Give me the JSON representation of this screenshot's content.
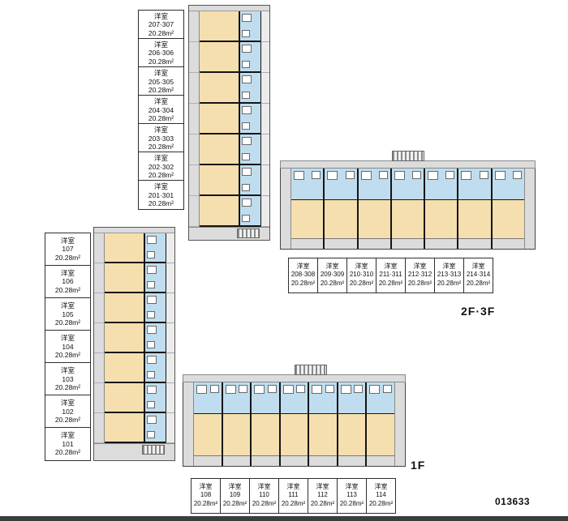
{
  "page": {
    "floor_section_label": "2F·3F",
    "first_floor_label": "1F",
    "plan_number": "013633"
  },
  "labels": {
    "left23f": [
      {
        "type": "洋室",
        "num": "207·307",
        "area": "20.28m²"
      },
      {
        "type": "洋室",
        "num": "206·306",
        "area": "20.28m²"
      },
      {
        "type": "洋室",
        "num": "205·305",
        "area": "20.28m²"
      },
      {
        "type": "洋室",
        "num": "204·304",
        "area": "20.28m²"
      },
      {
        "type": "洋室",
        "num": "203·303",
        "area": "20.28m²"
      },
      {
        "type": "洋室",
        "num": "202·302",
        "area": "20.28m²"
      },
      {
        "type": "洋室",
        "num": "201·301",
        "area": "20.28m²"
      }
    ],
    "bottom23f": [
      {
        "type": "洋室",
        "num": "208·308",
        "area": "20.28m²"
      },
      {
        "type": "洋室",
        "num": "209·309",
        "area": "20.28m²"
      },
      {
        "type": "洋室",
        "num": "210·310",
        "area": "20.28m²"
      },
      {
        "type": "洋室",
        "num": "211·311",
        "area": "20.28m²"
      },
      {
        "type": "洋室",
        "num": "212·312",
        "area": "20.28m²"
      },
      {
        "type": "洋室",
        "num": "213·313",
        "area": "20.28m²"
      },
      {
        "type": "洋室",
        "num": "214·314",
        "area": "20.28m²"
      }
    ],
    "left1f": [
      {
        "type": "洋室",
        "num": "107",
        "area": "20.28m²"
      },
      {
        "type": "洋室",
        "num": "106",
        "area": "20.28m²"
      },
      {
        "type": "洋室",
        "num": "105",
        "area": "20.28m²"
      },
      {
        "type": "洋室",
        "num": "104",
        "area": "20.28m²"
      },
      {
        "type": "洋室",
        "num": "103",
        "area": "20.28m²"
      },
      {
        "type": "洋室",
        "num": "102",
        "area": "20.28m²"
      },
      {
        "type": "洋室",
        "num": "101",
        "area": "20.28m²"
      }
    ],
    "bottom1f": [
      {
        "type": "洋室",
        "num": "108",
        "area": "20.28m²"
      },
      {
        "type": "洋室",
        "num": "109",
        "area": "20.28m²"
      },
      {
        "type": "洋室",
        "num": "110",
        "area": "20.28m²"
      },
      {
        "type": "洋室",
        "num": "111",
        "area": "20.28m²"
      },
      {
        "type": "洋室",
        "num": "112",
        "area": "20.28m²"
      },
      {
        "type": "洋室",
        "num": "113",
        "area": "20.28m²"
      },
      {
        "type": "洋室",
        "num": "114",
        "area": "20.28m²"
      }
    ]
  },
  "colors": {
    "room_fill": "#F6DFAE",
    "bath_fill": "#BFDDEE",
    "common_fill": "#DCDCDC",
    "wall": "#151515"
  }
}
